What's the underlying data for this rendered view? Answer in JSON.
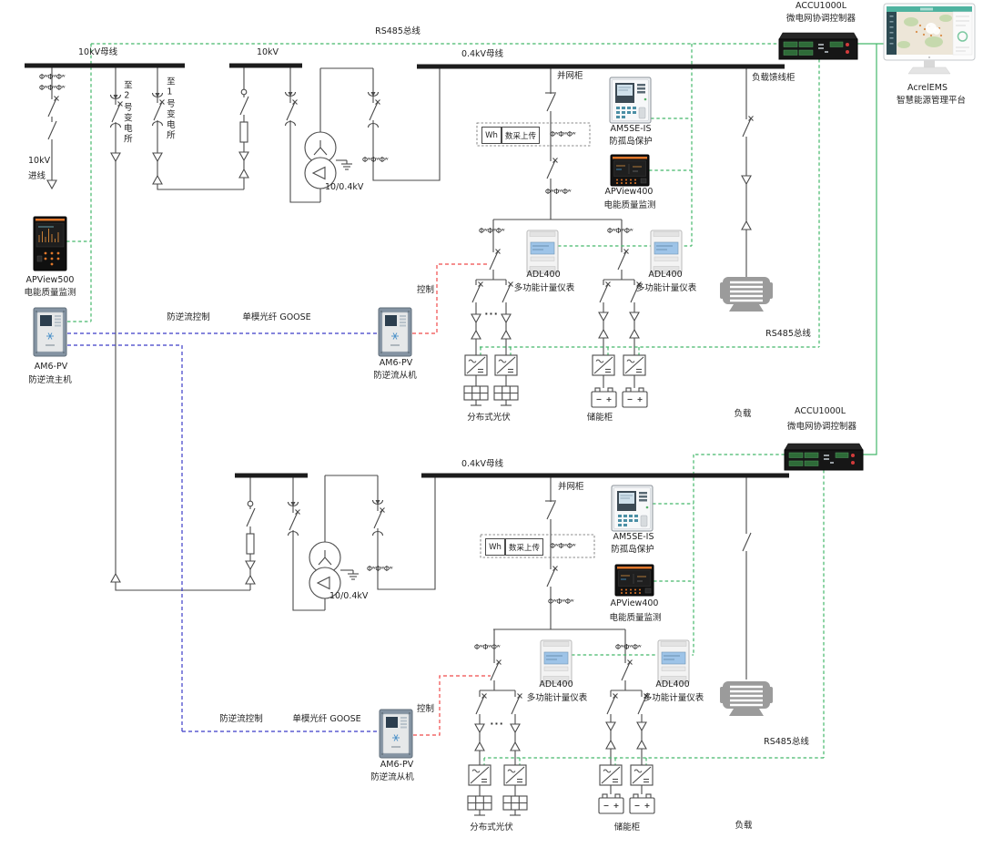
{
  "colors": {
    "comm_green": "#44b86a",
    "comm_blue": "#3c3cc8",
    "comm_red": "#ef4b4b",
    "bus": "#1c1c1c",
    "wire": "#4a4a4a"
  },
  "symbols": {
    "ct_row": "ΦʷΦʷΦʷ",
    "dots": "···"
  },
  "platform": {
    "accu_name": "ACCU1000L",
    "accu_desc": "微电网协调控制器",
    "ems_name": "AcrelEMS",
    "ems_desc": "智慧能源管理平台"
  },
  "buses": {
    "main_10kv": "10kV母线",
    "sub_10kv": "10kV",
    "upper_04kv": "0.4kV母线",
    "lower_04kv": "0.4kV母线"
  },
  "feeders": {
    "incoming_line_1": "10kV",
    "incoming_line_2": "进线",
    "to_substation_2": "至2号变电所",
    "to_substation_1": "至1号变电所"
  },
  "cabinets": {
    "grid_tie": "并网柜",
    "load_feeder": "负载馈线柜",
    "pv": "分布式光伏",
    "storage": "储能柜",
    "load": "负载",
    "transformer_ratio": "10/0.4kV",
    "wh": "Wh",
    "data_upload": "数采上传"
  },
  "devices": {
    "am5se": {
      "name": "AM5SE-IS",
      "desc": "防孤岛保护"
    },
    "apview400": {
      "name": "APView400",
      "desc": "电能质量监测"
    },
    "apview500": {
      "name": "APView500",
      "desc": "电能质量监测"
    },
    "adl400": {
      "name": "ADL400",
      "desc": "多功能计量仪表"
    },
    "am6pv_master": {
      "name": "AM6-PV",
      "desc": "防逆流主机"
    },
    "am6pv_slave": {
      "name": "AM6-PV",
      "desc": "防逆流从机"
    }
  },
  "comm": {
    "rs485_bus": "RS485总线",
    "anti_backflow": "防逆流控制",
    "goose": "单模光纤 GOOSE",
    "control": "控制"
  }
}
